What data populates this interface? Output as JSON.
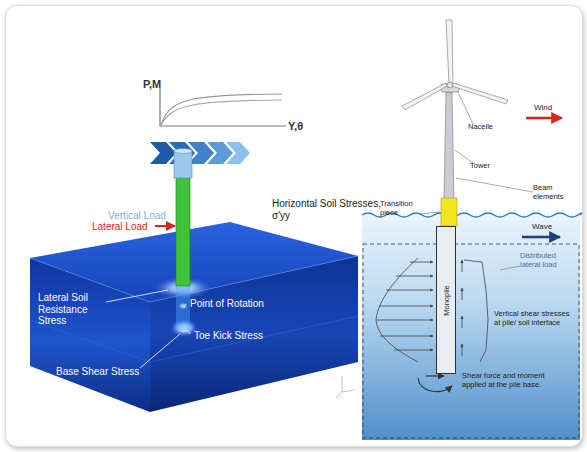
{
  "diagram": {
    "nodes": [
      {
        "text": [
          "Monopile"
        ]
      }
    ],
    "labels": [
      "P,M",
      "Y,θ",
      "Vertical Load",
      "Lateral Load",
      "Horizontal Soil Stresses, σ'yy",
      "Lateral Soil Resistance Stress",
      "Point of Rotation",
      "Toe Kick Stress",
      "Base Shear Stress",
      "Nacelle",
      "Wind",
      "Tower",
      "Beam elements",
      "Wave",
      "Transition piece",
      "Distributed lateral load",
      "Vertical shear stresses at pile/ soil interface",
      "Shear force and moment applied at the pile base."
    ]
  }
}
